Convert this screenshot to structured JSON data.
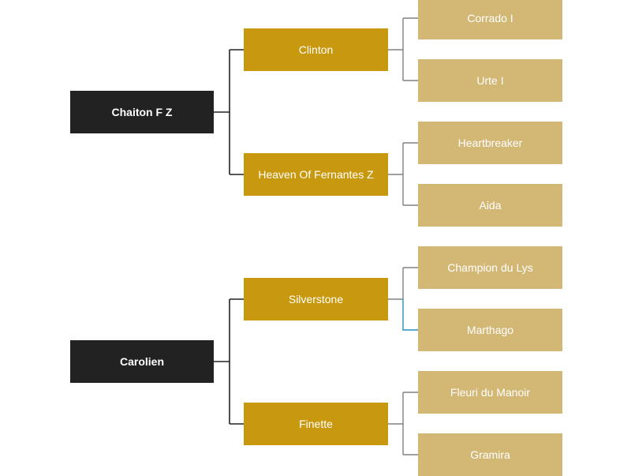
{
  "colors": {
    "subject": "#222222",
    "parent": "#C8980F",
    "grandparent": "#D3B775",
    "line_dark": "#222222",
    "line_gray": "#808080",
    "line_highlight": "#2A8FBD"
  },
  "pedigree": {
    "sire": {
      "name": "Chaiton F Z",
      "sire": {
        "name": "Clinton",
        "sire": "Corrado I",
        "dam": "Urte I"
      },
      "dam": {
        "name": "Heaven Of Fernantes Z",
        "sire": "Heartbreaker",
        "dam": "Aida"
      }
    },
    "dam": {
      "name": "Carolien",
      "sire": {
        "name": "Silverstone",
        "sire": "Champion du Lys",
        "dam": "Marthago"
      },
      "dam": {
        "name": "Finette",
        "sire": "Fleuri du Manoir",
        "dam": "Gramira"
      }
    }
  }
}
